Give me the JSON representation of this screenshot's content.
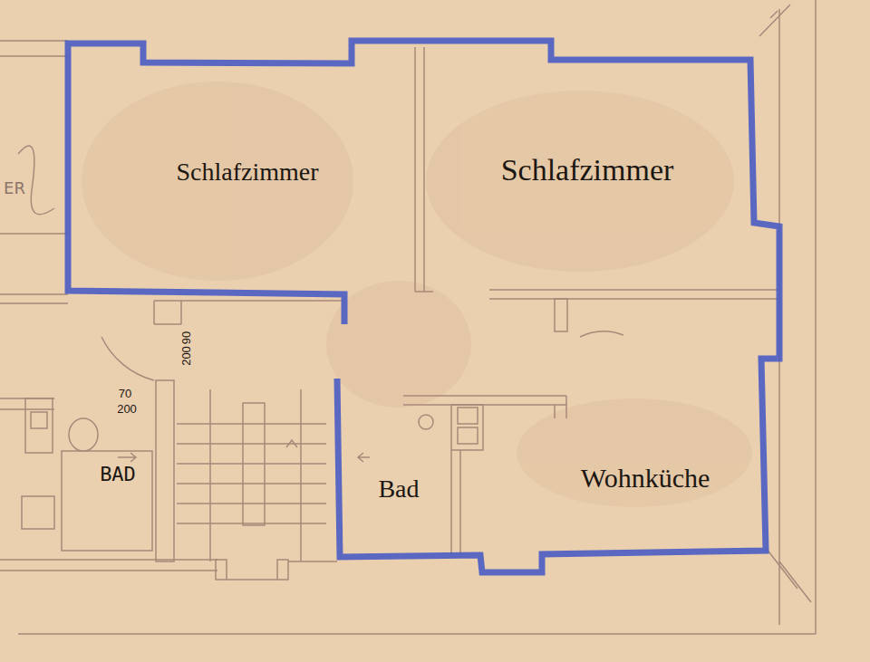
{
  "diagram": {
    "labels": [
      "ER",
      "Schlafzimmer",
      "Schlafzimmer",
      "90",
      "200",
      "70",
      "200",
      "BAD",
      "Bad",
      "Wohnküche"
    ]
  }
}
